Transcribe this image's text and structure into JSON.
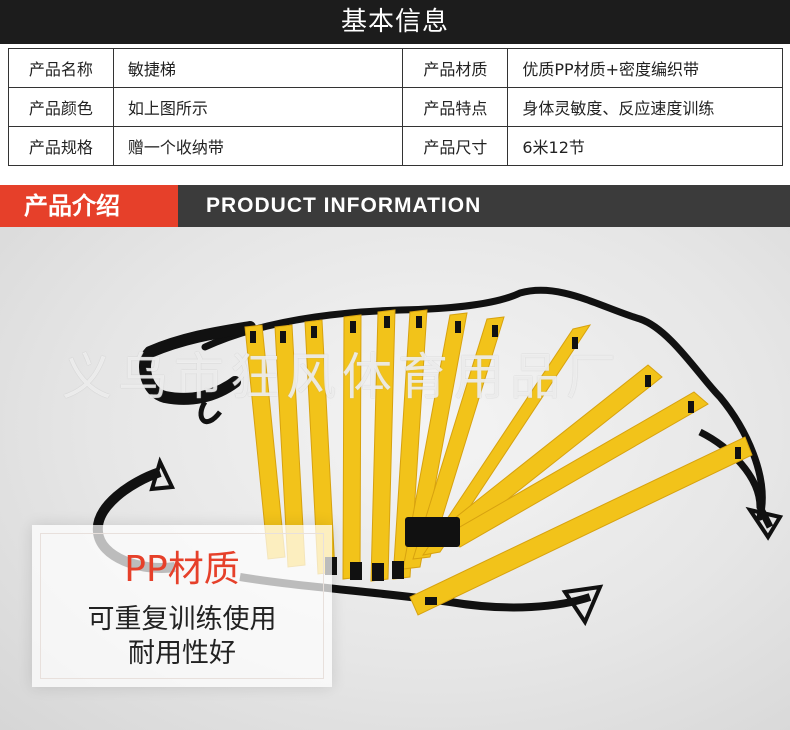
{
  "header": {
    "title": "基本信息"
  },
  "specs": {
    "rows": [
      {
        "label1": "产品名称",
        "value1": "敏捷梯",
        "label2": "产品材质",
        "value2": "优质PP材质+密度编织带"
      },
      {
        "label1": "产品颜色",
        "value1": "如上图所示",
        "label2": "产品特点",
        "value2": "身体灵敏度、反应速度训练"
      },
      {
        "label1": "产品规格",
        "value1": "赠一个收纳带",
        "label2": "产品尺寸",
        "value2": "6米12节"
      }
    ]
  },
  "section": {
    "title_cn": "产品介绍",
    "title_en": "PRODUCT INFORMATION"
  },
  "photo": {
    "watermark": "义乌市狂风体育用品厂",
    "card": {
      "title": "PP材质",
      "line1": "可重复训练使用",
      "line2": "耐用性好"
    }
  },
  "colors": {
    "accent_red": "#e6402a",
    "header_dark": "#1c1c1c",
    "section_dark": "#3b3b3b",
    "ladder_yellow": "#f2c31a",
    "strap_black": "#111111"
  },
  "icons": {
    "photo": "agility-ladder-product-photo"
  }
}
